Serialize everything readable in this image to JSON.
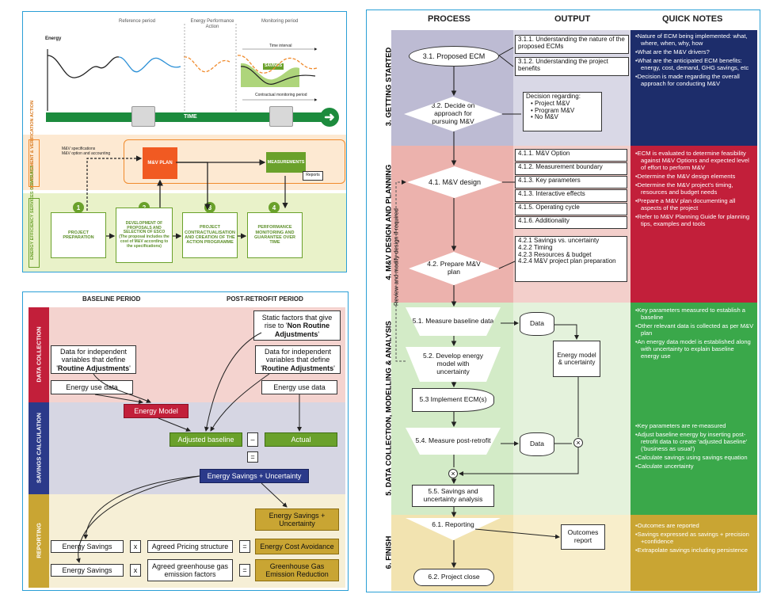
{
  "panel_a": {
    "header_reference": "Reference period",
    "header_epa": "Energy Performance Action",
    "header_monitoring": "Monitoring period",
    "energy_label": "Energy",
    "time_interval": "Time interval",
    "savings_label": "SAVINGS",
    "contractual_period": "Contractual monitoring period",
    "time_label": "TIME",
    "side_mv": "MEASUREMENT & VERIFICATION ACTION",
    "side_epc": "ENERGY EFFICIENCY SERVICES CONTRACT",
    "mv_spec_note": "M&V specifications\nM&V option and accounting",
    "mv_plan": "M&V PLAN",
    "measurements": "MEASUREMENTS",
    "reports": "Reports",
    "steps": [
      {
        "num": "1",
        "label": "PROJECT PREPARATION"
      },
      {
        "num": "2",
        "label": "DEVELOPMENT OF PROPOSALS AND SELECTION OF ESCO\n(The proposal includes the cost of M&V according to the specifications)"
      },
      {
        "num": "3",
        "label": "PROJECT CONTRACTUALISATION AND CREATION OF THE ACTION PROGRAMME"
      },
      {
        "num": "4",
        "label": "PERFORMANCE MONITORING AND GUARANTEE OVER TIME"
      }
    ]
  },
  "panel_b": {
    "col_baseline": "BASELINE PERIOD",
    "col_post": "POST-RETROFIT PERIOD",
    "sec_data": "DATA COLLECTION",
    "sec_savings": "SAVINGS CALCULATION",
    "sec_reporting": "REPORTING",
    "static_factors_1": "Static factors that give rise to '",
    "static_factors_2": "Non Routine Adjustments",
    "static_factors_3": "'",
    "indep_left_1": "Data for independent variables that define '",
    "indep_left_2": "Routine Adjustments",
    "indep_left_3": "'",
    "indep_right_1": "Data for independent variables that define '",
    "indep_right_2": "Routine Adjustments",
    "indep_right_3": "'",
    "energy_use_left": "Energy use data",
    "energy_use_right": "Energy use data",
    "energy_model": "Energy Model",
    "adjusted_baseline": "Adjusted baseline",
    "minus": "–",
    "actual": "Actual",
    "equals1": "=",
    "savings_uncertainty": "Energy Savings + Uncertainty",
    "report_savings_unc": "Energy Savings + Uncertainty",
    "row1_a": "Energy Savings",
    "row1_x": "x",
    "row1_b": "Agreed Pricing structure",
    "row1_eq": "=",
    "row1_c": "Energy Cost Avoidance",
    "row2_a": "Energy Savings",
    "row2_x": "x",
    "row2_b": "Agreed greenhouse gas emission factors",
    "row2_eq": "=",
    "row2_c": "Greenhouse Gas Emission Reduction"
  },
  "panel_c": {
    "col_process": "PROCESS",
    "col_output": "OUTPUT",
    "col_notes": "QUICK NOTES",
    "phase3": "3. GETTING STARTED",
    "phase4": "4. M&V DESIGN AND PLANNING",
    "phase5": "5. DATA COLLECTION, MODELLING & ANALYSIS",
    "phase6": "6. FINISH",
    "review_label": "Review and modify design if required",
    "p31": "3.1. Proposed ECM",
    "o311": "3.1.1. Understanding the nature of the proposed ECMs",
    "o312": "3.1.2. Understanding the project benefits",
    "p32": "3.2. Decide on approach for pursuing M&V",
    "o32_title": "Decision regarding:",
    "o32_items": [
      "Project M&V",
      "Program M&V",
      "No M&V"
    ],
    "p41": "4.1. M&V design",
    "o41": [
      "4.1.1. M&V Option",
      "4.1.2. Measurement boundary",
      "4.1.3. Key parameters",
      "4.1.3. Interactive effects",
      "4.1.5. Operating cycle",
      "4.1.6. Additionality"
    ],
    "p42": "4.2. Prepare M&V plan",
    "o42": [
      "4.2.1 Savings vs. uncertainty",
      "4.2.2 Timing",
      "4.2.3 Resources & budget",
      "4.2.4 M&V project plan preparation"
    ],
    "p51": "5.1. Measure baseline data",
    "data1": "Data",
    "model_out": "Energy model & uncertainty",
    "p52": "5.2. Develop energy model with uncertainty",
    "p53": "5.3 Implement ECM(s)",
    "p54": "5.4. Measure post-retrofit",
    "data2": "Data",
    "p55": "5.5. Savings and uncertainty analysis",
    "p61": "6.1. Reporting",
    "outcomes": "Outcomes report",
    "p62": "6.2. Project close",
    "notes3": [
      "Nature of ECM being implemented: what, where, when, why, how",
      "What are the M&V drivers?",
      "What are the anticipated ECM benefits: energy, cost, demand, GHG savings, etc",
      "Decision is made regarding the overall approach for conducting M&V"
    ],
    "notes4": [
      "ECM is evaluated to determine feasibility against M&V Options and expected level of effort to perform M&V",
      "Determine the M&V design elements",
      "Determine the M&V project's timing, resources and budget needs",
      "Prepare a M&V plan documenting all aspects of the project",
      "Refer to M&V Planning Guide for planning tips, examples and tools"
    ],
    "notes5a": [
      "Key parameters measured to establish a baseline",
      "Other relevant data is collected as per M&V plan",
      "An energy data model is established along with uncertainty to explain baseline energy use"
    ],
    "notes5b": [
      "Key parameters are re-measured",
      "Adjust baseline energy by inserting post-retrofit data to create 'adjusted baseline' ('business as usual')",
      "Calculate savings using savings equation",
      "Calculate uncertainty"
    ],
    "notes6": [
      "Outcomes are reported",
      "Savings expressed as savings + precision +confidence",
      "Extrapolate savings including persistence"
    ]
  },
  "colors": {
    "green": "#6aa12b",
    "orange": "#f08a2b",
    "purple_band": "#b9b7cf",
    "red_band": "#e9a7a2",
    "green_band": "#cde7bf",
    "yellow_band": "#f2e3b0",
    "navy": "#1d2d6b",
    "crimson": "#c21f3a",
    "note_green": "#3aa84a",
    "gold": "#c9a533"
  }
}
